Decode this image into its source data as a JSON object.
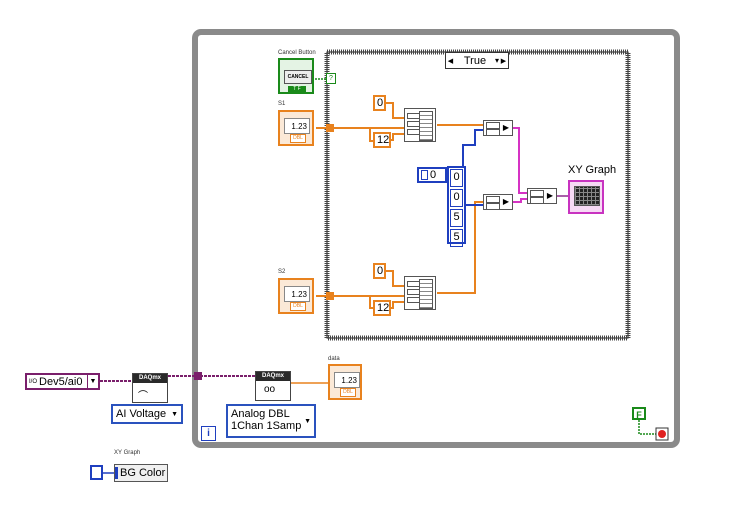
{
  "case_structure": {
    "selector_label": "True",
    "left_arrow": "◀",
    "right_arrow": "▶",
    "drop": "▾"
  },
  "cancel_button": {
    "label": "Cancel Button",
    "text": "CANCEL",
    "tf": "T F",
    "q": "?"
  },
  "s1": {
    "label": "S1",
    "value": "1.23",
    "type": "DBL"
  },
  "s2": {
    "label": "S2",
    "value": "1.23",
    "type": "DBL"
  },
  "data_indicator": {
    "label": "data",
    "value": "1.23",
    "type": "DBL"
  },
  "top_consts": {
    "zero": "0",
    "twelve": "12"
  },
  "bottom_consts": {
    "zero": "0",
    "twelve": "12"
  },
  "array_const": {
    "index": "0",
    "items": [
      "0",
      "0",
      "5",
      "5"
    ]
  },
  "xy_graph": {
    "label": "XY Graph"
  },
  "channel": {
    "value": "Dev5/ai0",
    "io_prefix": "I/O"
  },
  "daqmx_create": {
    "header": "DAQmx",
    "ring": "AI Voltage"
  },
  "daqmx_read": {
    "header": "DAQmx",
    "ring_line1": "Analog DBL",
    "ring_line2": "1Chan 1Samp"
  },
  "loop_iter": "i",
  "false_const": "F",
  "bg_color": {
    "label": "XY Graph",
    "text": "BG Color"
  }
}
